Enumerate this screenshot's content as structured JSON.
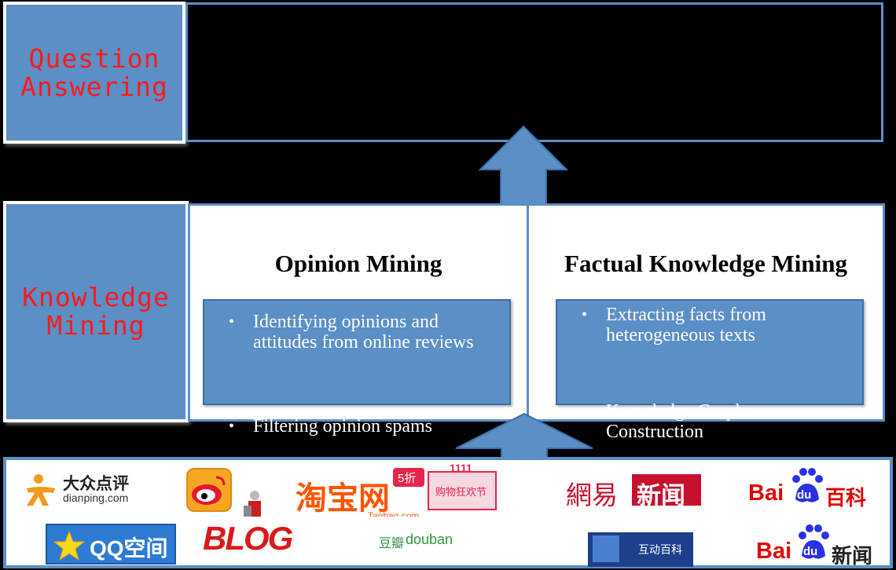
{
  "question_answering": {
    "label": "Question\nAnswering"
  },
  "knowledge_mining": {
    "label": "Knowledge\nMining",
    "opinion": {
      "title": "Opinion Mining",
      "bullets": [
        "Identifying opinions and attitudes from online reviews",
        "Filtering opinion spams"
      ]
    },
    "factual": {
      "title": "Factual Knowledge Mining",
      "bullets": [
        "Extracting facts from heterogeneous texts",
        "Knowledge Graph Construction"
      ]
    }
  },
  "sources": {
    "dianping": {
      "cn": "大众点评",
      "en": "dianping.com"
    },
    "weibo": {
      "name": "weibo-logo"
    },
    "taobao": {
      "cn": "淘宝网",
      "en": "Taobao.com",
      "badge": "5折",
      "sale": "1111",
      "event": "购物狂欢节"
    },
    "netease": {
      "a": "網易",
      "b": "新闻"
    },
    "baidu_baike": {
      "bai": "Bai",
      "du": "du",
      "cn": "百科"
    },
    "qzone": {
      "text": "QQ空间"
    },
    "blog": {
      "text": "BLOG"
    },
    "douban": {
      "cn": "豆瓣",
      "en": "douban"
    },
    "hudong": {
      "text": "互动百科"
    },
    "baidu_news": {
      "bai": "Bai",
      "du": "du",
      "cn": "新闻"
    }
  },
  "colors": {
    "accent": "#5b8fc6",
    "label_red": "#ff1a1a"
  }
}
